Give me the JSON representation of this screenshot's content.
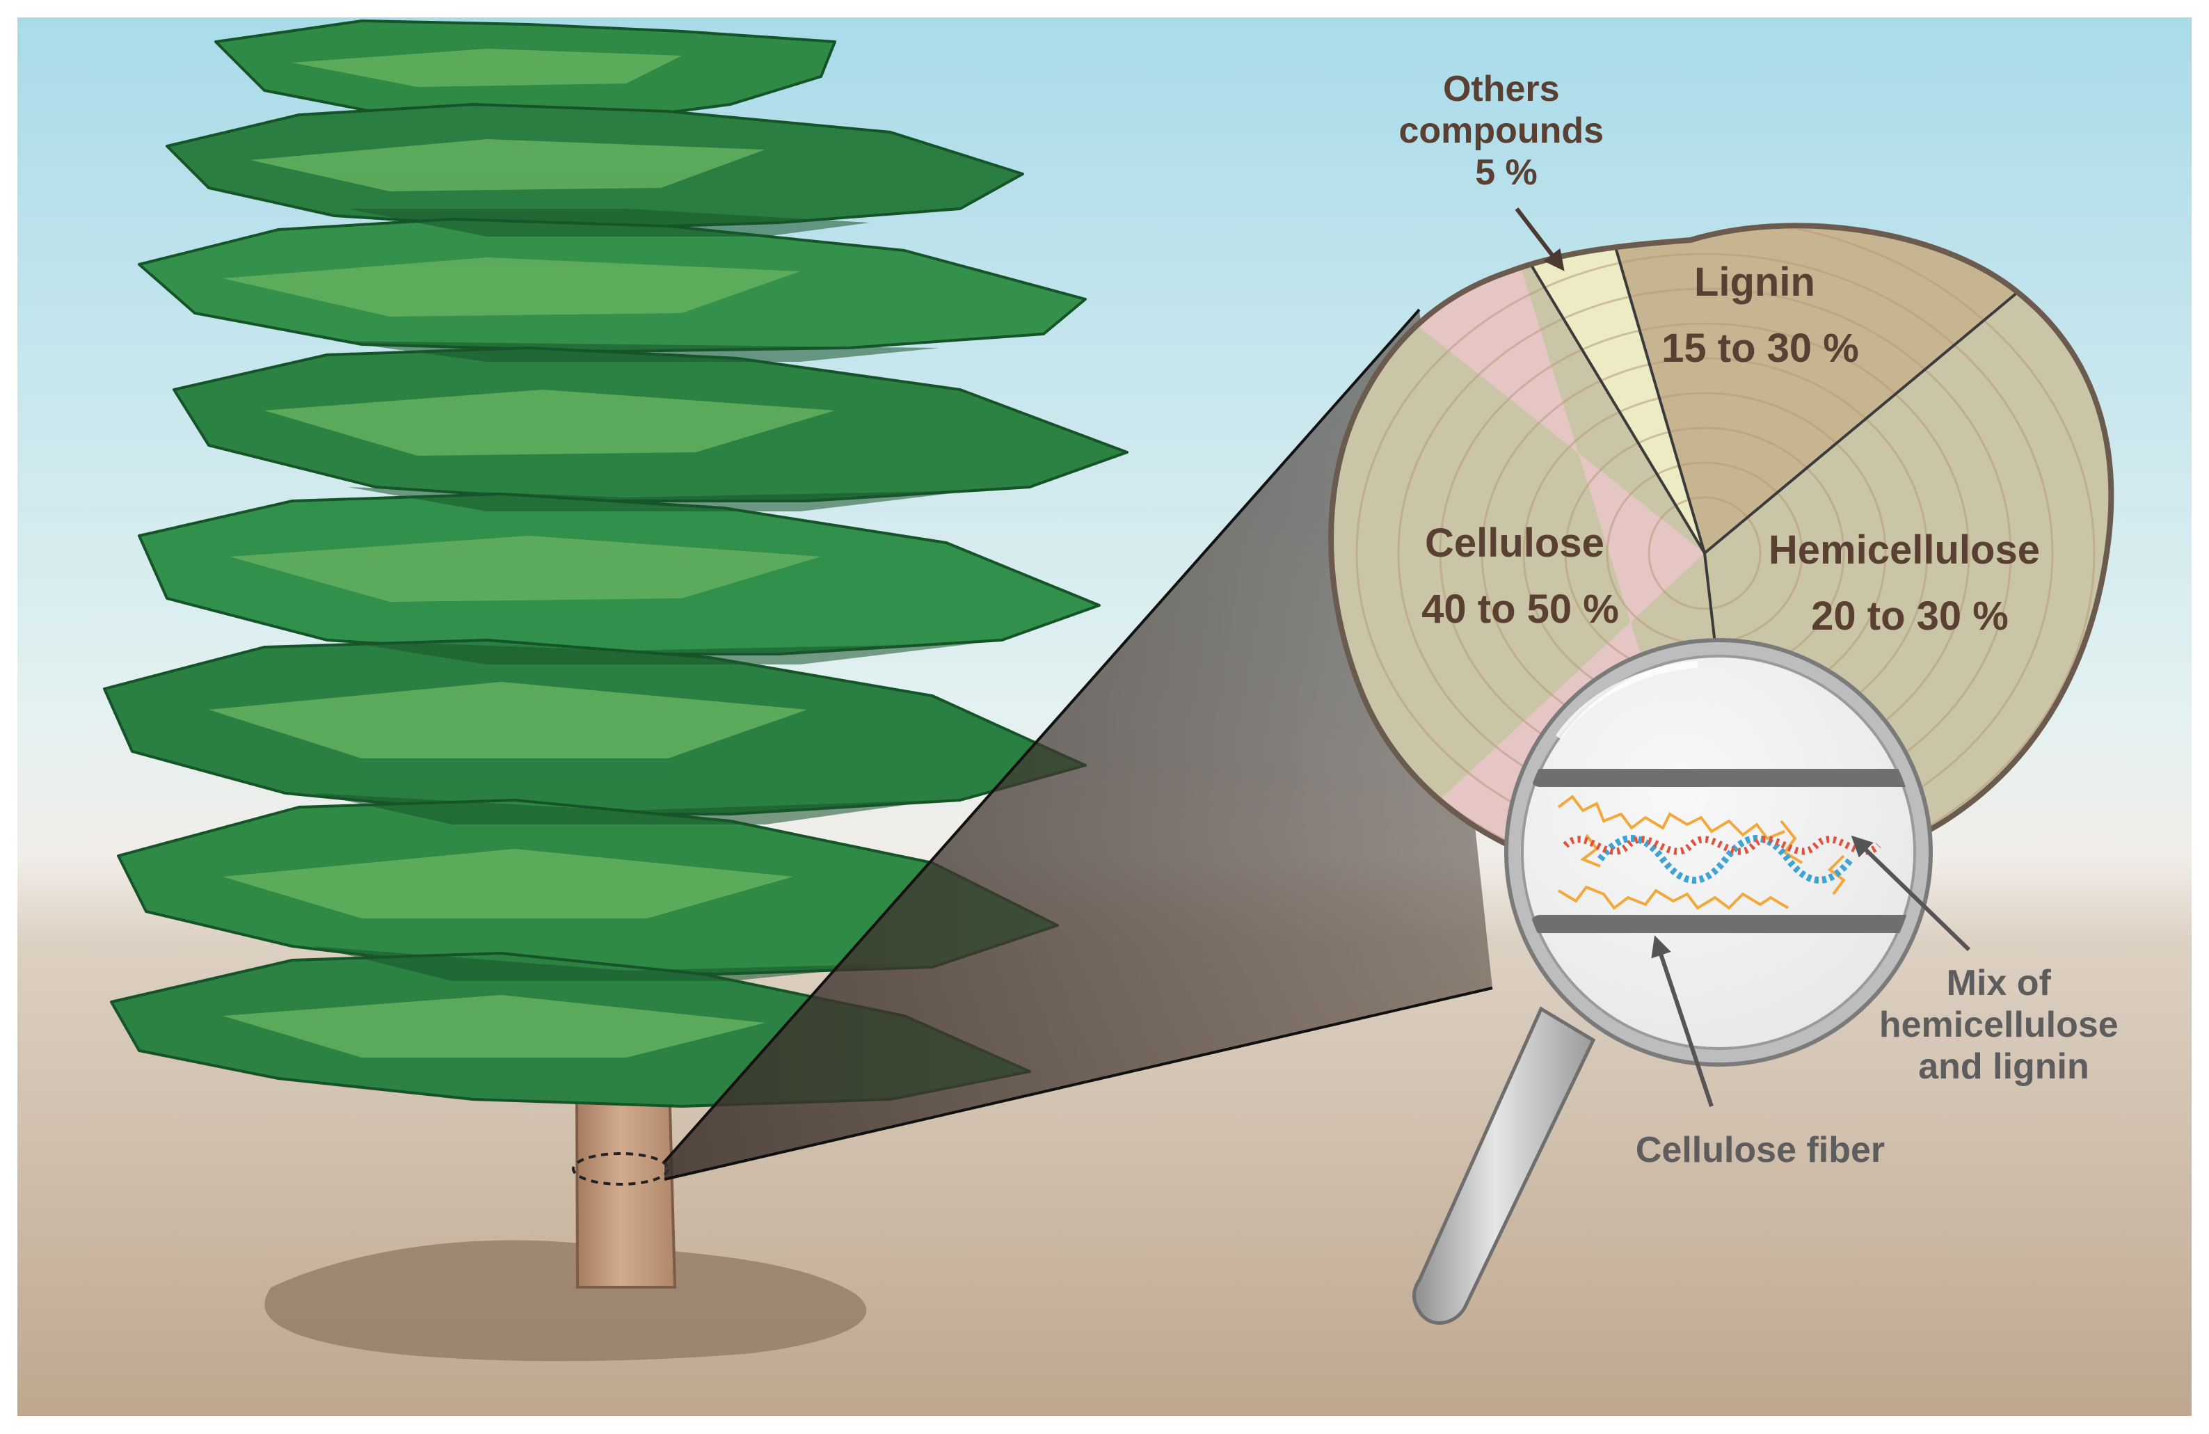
{
  "labels": {
    "others": {
      "line1": "Others",
      "line2": "compounds",
      "line3": "5 %"
    },
    "lignin": {
      "name": "Lignin",
      "range": "15 to 30 %"
    },
    "hemicellulose": {
      "name": "Hemicellulose",
      "range": "20 to 30 %"
    },
    "cellulose": {
      "name": "Cellulose",
      "range": "40 to 50 %"
    },
    "mix": {
      "line1": "Mix of",
      "line2": "hemicellulose",
      "line3": "and lignin"
    },
    "fiber": "Cellulose fiber"
  },
  "colors": {
    "sky_top": "#aadbe9",
    "ground": "#c4ad96",
    "foliage_dark": "#1f6b36",
    "foliage_mid": "#2f8a46",
    "foliage_light": "#5fae5c",
    "trunk": "#c79e80",
    "cellulose": "#e6c6c4",
    "lignin": "#c7b491",
    "hemicellulose": "#c9c5a6",
    "others": "#ecebc4",
    "label_text": "#5a4033",
    "callout_text": "#5d5d5d"
  }
}
